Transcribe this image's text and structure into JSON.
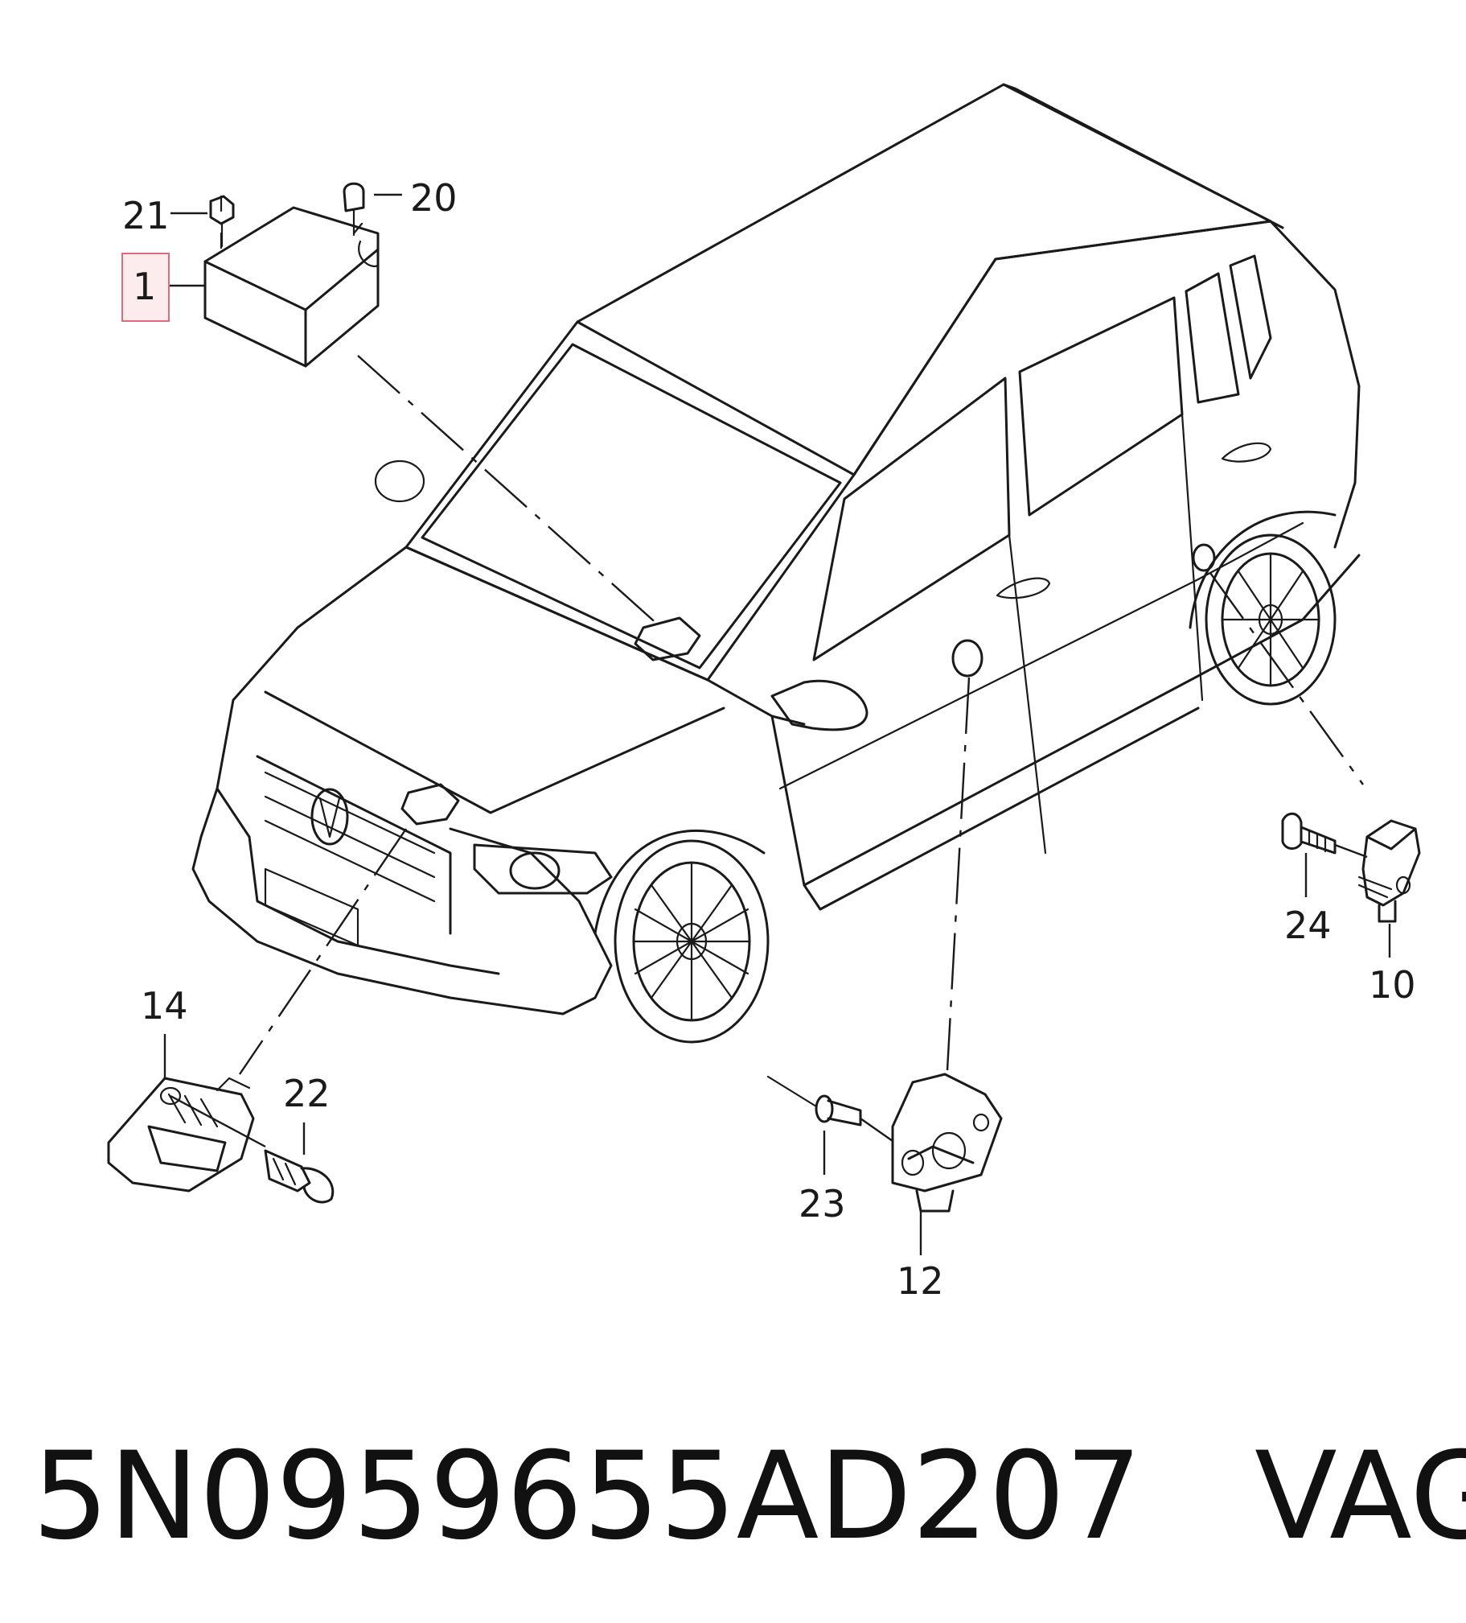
{
  "diagram": {
    "callouts": {
      "c1": "1",
      "c10": "10",
      "c12": "12",
      "c14": "14",
      "c20": "20",
      "c21": "21",
      "c22": "22",
      "c23": "23",
      "c24": "24"
    },
    "highlighted_callout": "1",
    "highlight_color": "#e06b7a"
  },
  "footer": {
    "part_number": "5N0959655AD207",
    "vendor": "VAG"
  }
}
